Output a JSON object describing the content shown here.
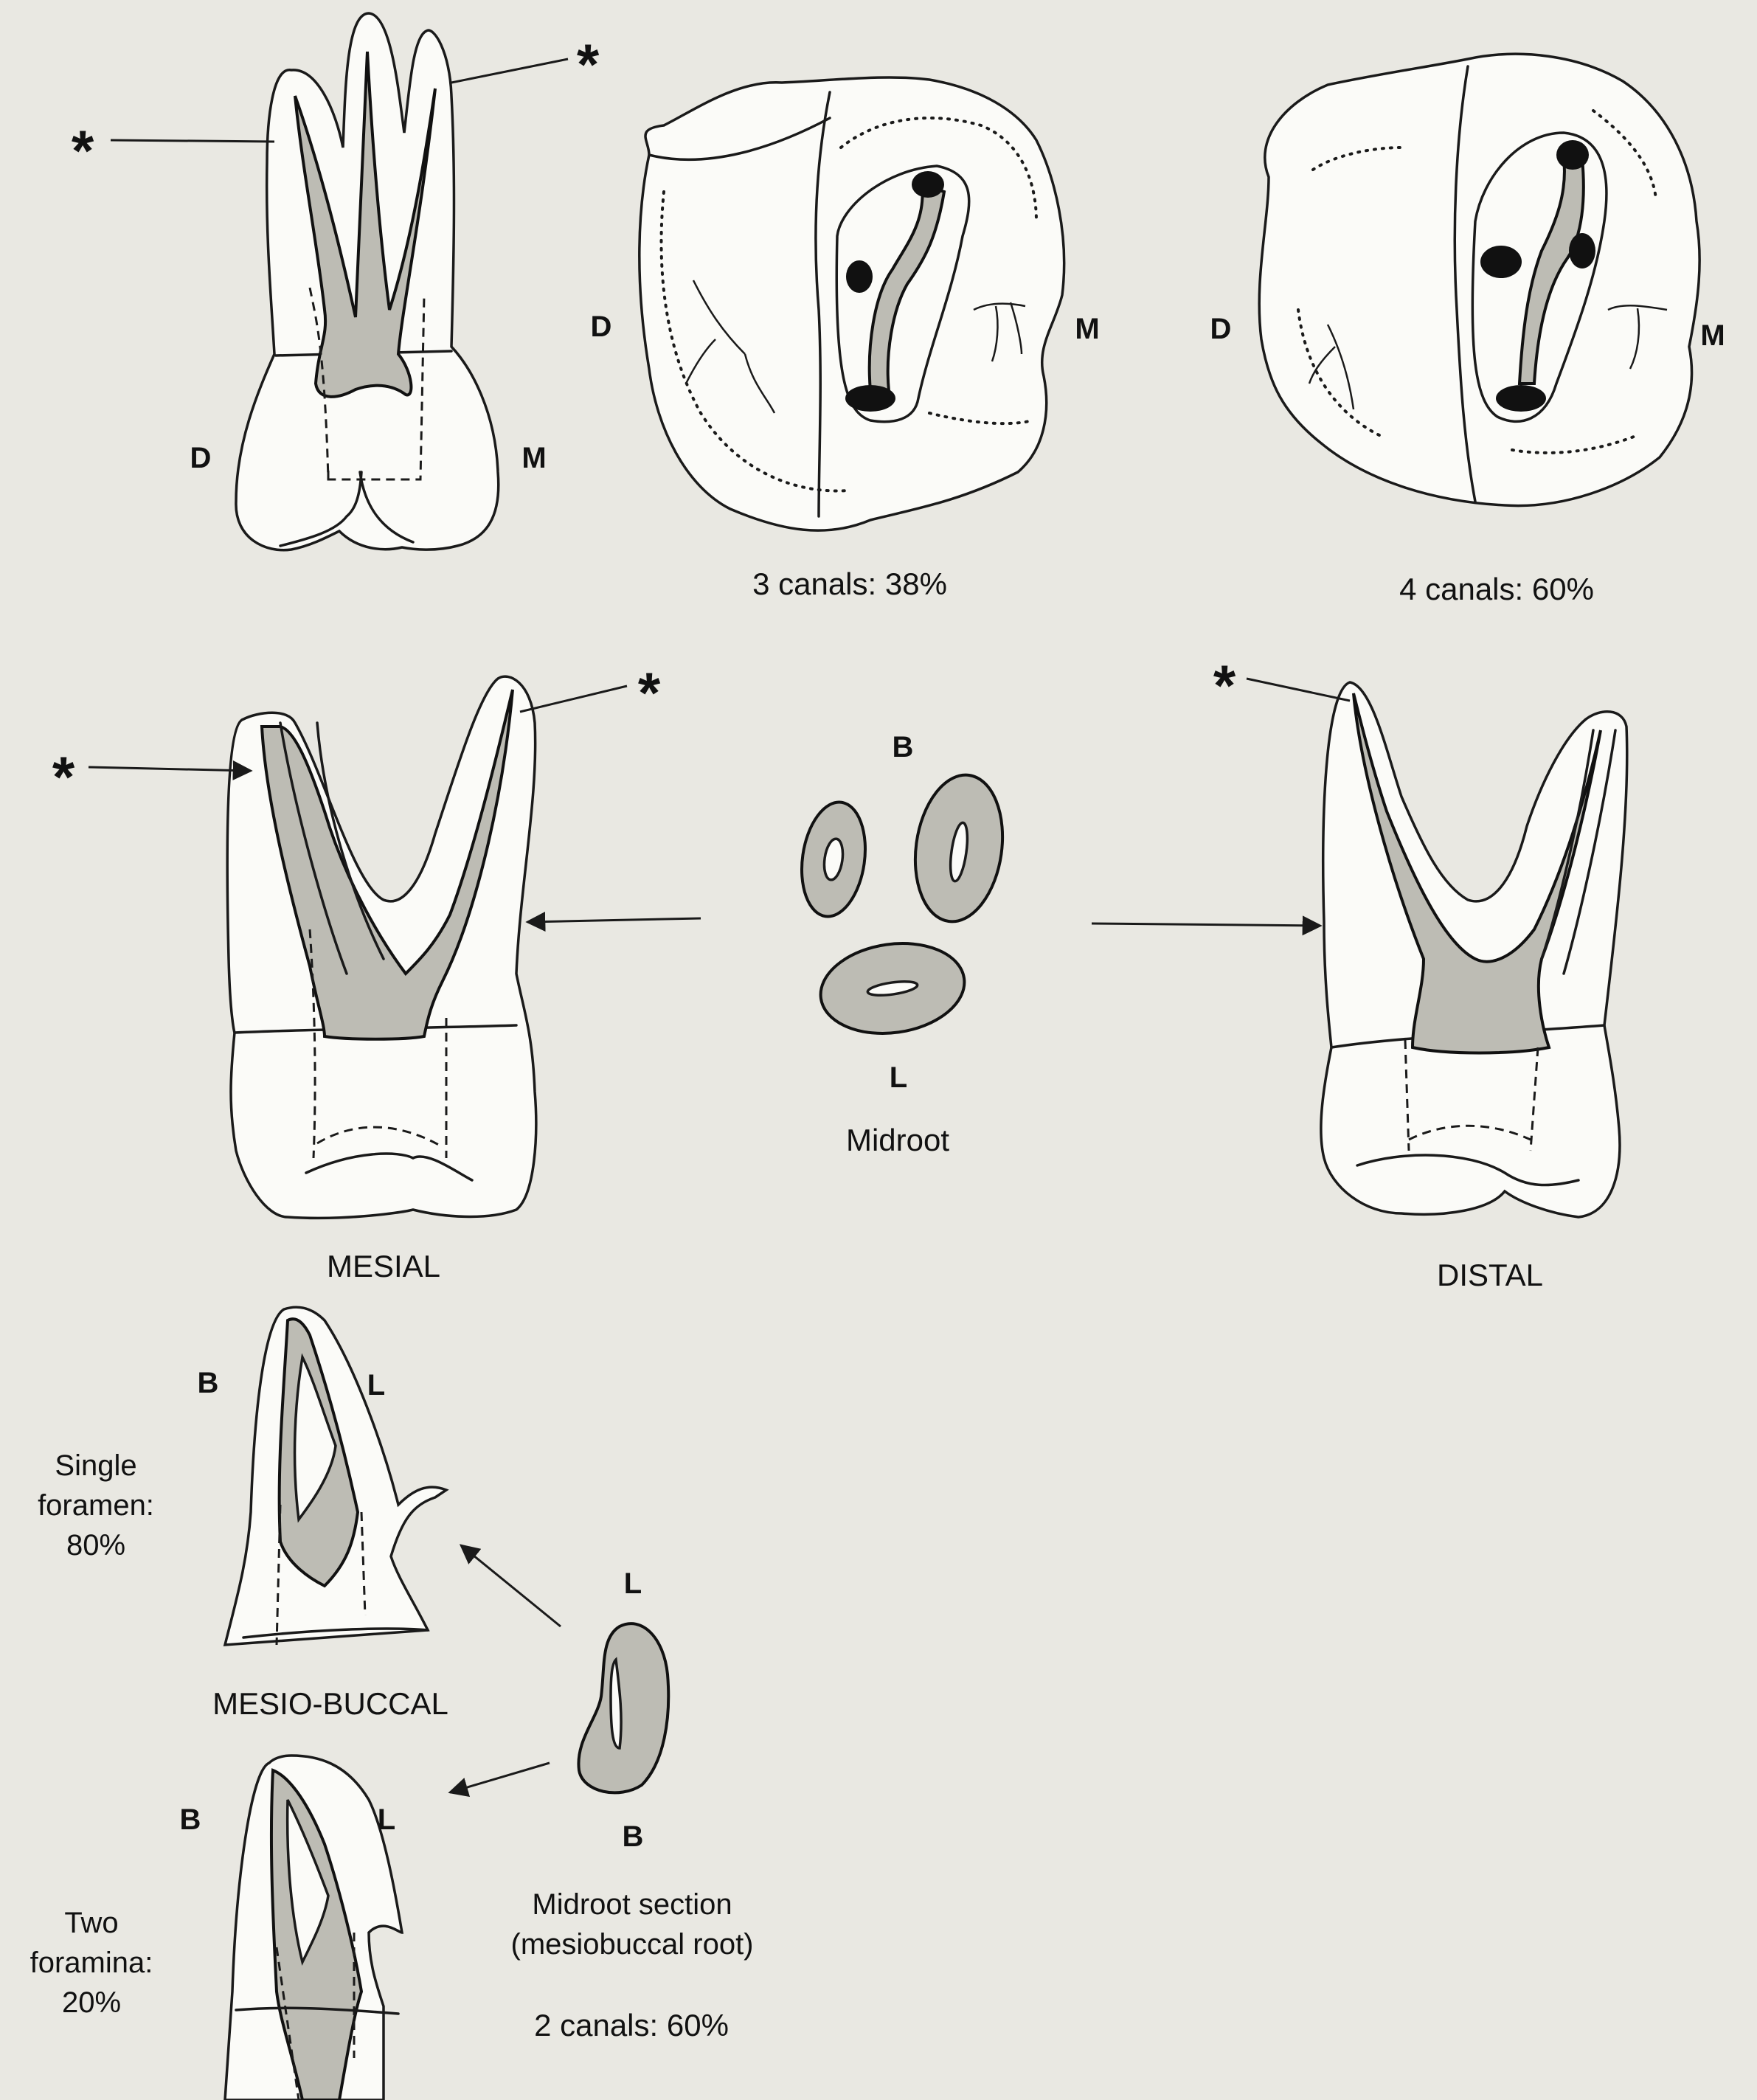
{
  "stars": {
    "symbol": "*"
  },
  "orientation": {
    "distal": "D",
    "mesial": "M",
    "buccal": "B",
    "lingual": "L"
  },
  "captions": {
    "three_canals": "3 canals: 38%",
    "four_canals": "4 canals: 60%",
    "mesial_view": "MESIAL",
    "distal_view": "DISTAL",
    "midroot": "Midroot",
    "mesiobuccal_view": "MESIO-BUCCAL",
    "single_foramen": "Single\nforamen:\n80%",
    "two_foramina": "Two\nforamina:\n20%",
    "midroot_section": "Midroot section\n(mesiobuccal root)",
    "two_canals": "2 canals: 60%"
  }
}
